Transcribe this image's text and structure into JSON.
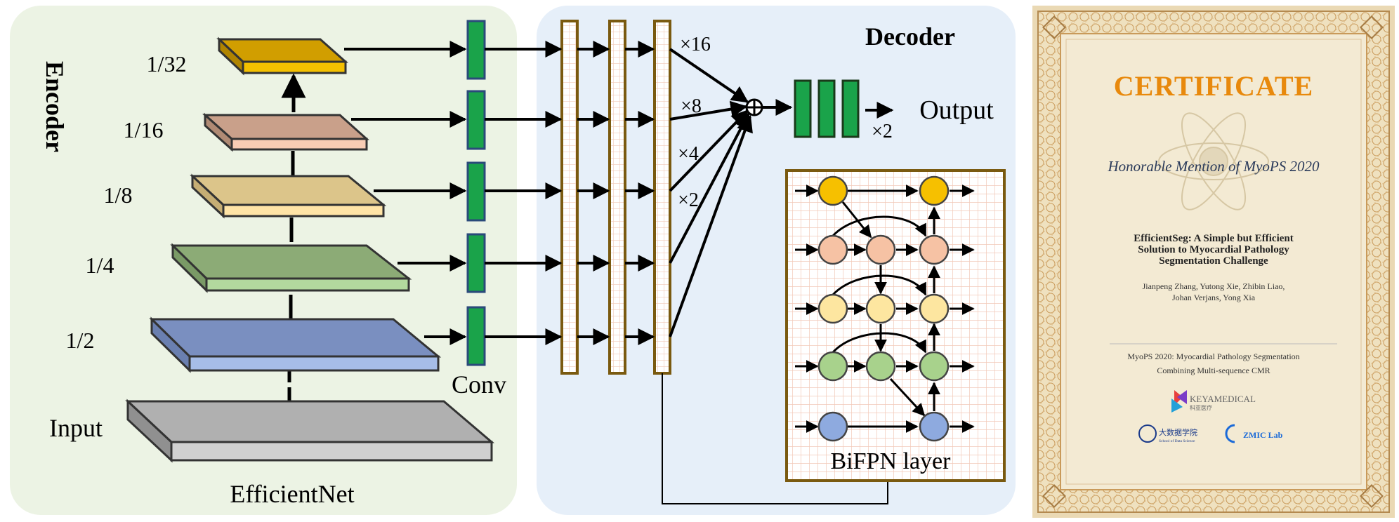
{
  "encoder": {
    "title": "Encoder",
    "scales": [
      "1/32",
      "1/16",
      "1/8",
      "1/4",
      "1/2"
    ],
    "input_label": "Input",
    "backbone_label": "EfficientNet",
    "conv_label": "Conv"
  },
  "decoder": {
    "title": "Decoder",
    "upsample_factors": [
      "×16",
      "×8",
      "×4",
      "×2"
    ],
    "output_label": "Output",
    "output_factor": "×2",
    "bifpn_label": "BiFPN layer"
  },
  "certificate": {
    "heading": "CERTIFICATE",
    "award": "Honorable Mention of MyoPS 2020",
    "paper_title_lines": [
      "EfficientSeg: A Simple but Efficient",
      "Solution to Myocardial Pathology",
      "Segmentation Challenge"
    ],
    "author_lines": [
      "Jianpeng Zhang, Yutong Xie, Zhibin Liao,",
      "Johan Verjans, Yong Xia"
    ],
    "event_lines": [
      "MyoPS 2020: Myocardial Pathology Segmentation",
      "Combining Multi-sequence CMR"
    ],
    "sponsor_logo_text": "KEYAMEDICAL",
    "sponsor_logo_subtext": "科亚医疗",
    "school_logo_text": "大数据学院",
    "school_logo_subtext": "School of Data Science",
    "lab_logo_text": "ZMIC Lab"
  },
  "colors": {
    "encoder_bg": "#ecf3e4",
    "decoder_bg": "#e6eff9",
    "level_1_32": "#d7a300",
    "level_1_16": "#f4c9b0",
    "level_1_8": "#ffe0a0",
    "level_1_4": "#a8d390",
    "level_1_2": "#8ea9e0",
    "input": "#b0b0b0",
    "conv": "#1aa34a",
    "fpn_border": "#7a5a10",
    "node_yellow": "#f6c000",
    "node_peach": "#f6c2a4",
    "node_lightyellow": "#fde6a0",
    "node_green": "#a8d28c",
    "node_blue": "#8eaadf",
    "certificate_paper": "#f3ead3",
    "certificate_heading": "#e8890c"
  }
}
